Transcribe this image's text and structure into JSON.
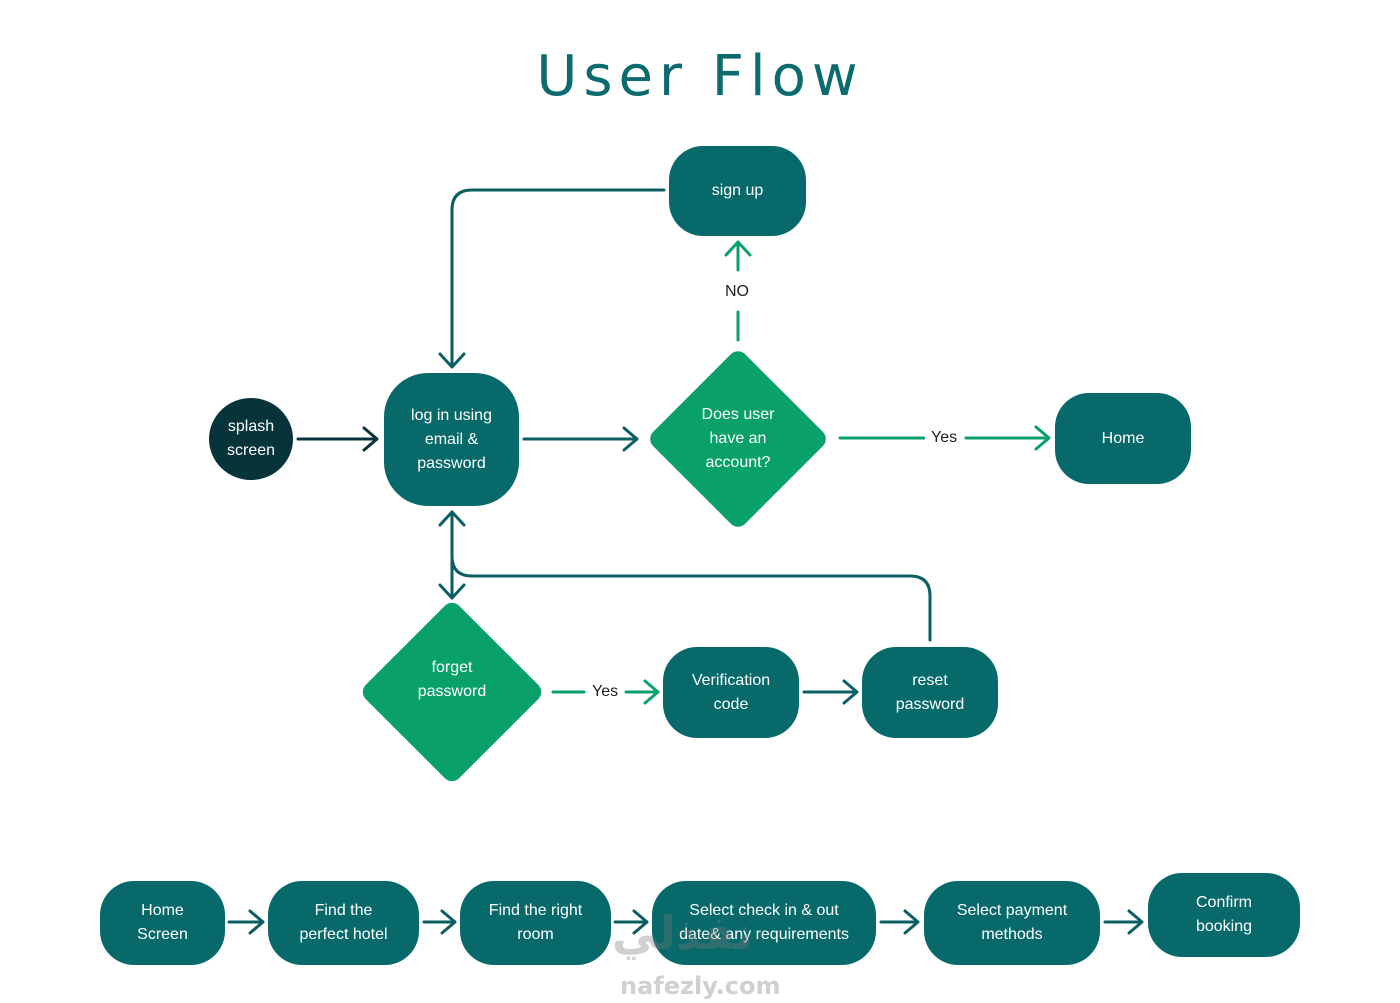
{
  "title": "User Flow",
  "colors": {
    "process_node": "#08696b",
    "start_node": "#07333a",
    "decision_node": "#0aa06a",
    "connector_dark": "#0b5f63",
    "connector_green": "#0aa06a"
  },
  "nodes": {
    "splash": "splash\nscreen",
    "login": "log in using\nemail &\npassword",
    "signup": "sign up",
    "does_user_have_account": "Does user\nhave an\naccount?",
    "home": "Home",
    "forget_password": "forget\npassword",
    "verification_code": "Verification\ncode",
    "reset_password": "reset\npassword"
  },
  "edge_labels": {
    "no": "NO",
    "yes_home": "Yes",
    "yes_verification": "Yes"
  },
  "booking_flow": [
    "Home\nScreen",
    "Find the\nperfect hotel",
    "Find the right\nroom",
    "Select check in & out\ndate& any requirements",
    "Select payment\nmethods",
    "Confirm\nbooking"
  ],
  "watermark": {
    "arabic": "نفذلي",
    "latin": "nafezly.com"
  }
}
